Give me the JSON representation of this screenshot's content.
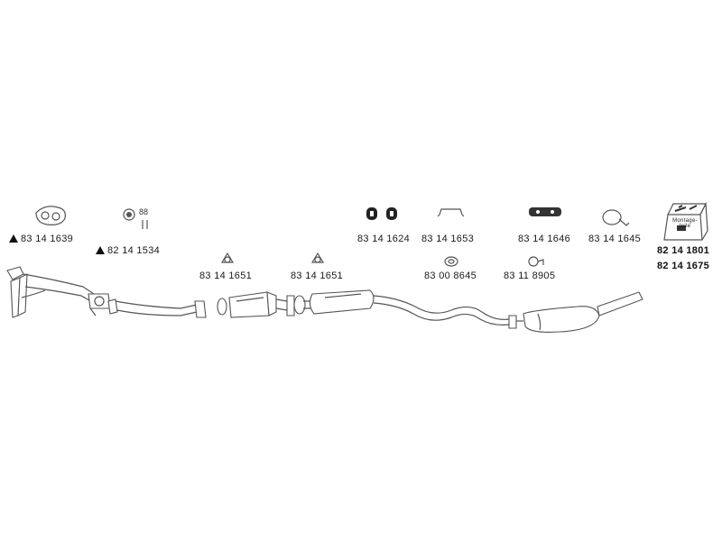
{
  "parts": [
    {
      "id": "gasket_flange",
      "number": "83 14 1639",
      "warning": true,
      "icon": "flange-gasket-icon"
    },
    {
      "id": "bolt_kit",
      "number": "82 14 1534",
      "warning": true,
      "icon": "bolt-kit-icon"
    },
    {
      "id": "gasket_a",
      "number": "83 14 1651",
      "warning": false,
      "icon": "triangle-gasket-icon"
    },
    {
      "id": "gasket_b",
      "number": "83 14 1651",
      "warning": false,
      "icon": "triangle-gasket-icon"
    },
    {
      "id": "rubber_mount",
      "number": "83 14 1624",
      "warning": false,
      "icon": "rubber-mount-icon"
    },
    {
      "id": "hanger_strap",
      "number": "83 14 1653",
      "warning": false,
      "icon": "hanger-strap-icon"
    },
    {
      "id": "ring_gasket",
      "number": "83 00 8645",
      "warning": false,
      "icon": "ring-gasket-icon"
    },
    {
      "id": "rubber_strip",
      "number": "83 14 1646",
      "warning": false,
      "icon": "rubber-strip-icon"
    },
    {
      "id": "clamp",
      "number": "83 11 8905",
      "warning": false,
      "icon": "clamp-icon"
    },
    {
      "id": "hose_clamp",
      "number": "83 14 1645",
      "warning": false,
      "icon": "hose-clamp-icon"
    }
  ],
  "kit": {
    "box_label_line1": "Montage-",
    "box_label_line2": "teile",
    "numbers": [
      "82 14 1801",
      "82 14 1675"
    ],
    "icon": "mounting-kit-box-icon"
  },
  "assembly": {
    "components": [
      "front-pipe",
      "intermediate-pipe",
      "catalytic-converter",
      "middle-silencer",
      "connecting-pipe",
      "rear-silencer",
      "tail-pipe"
    ]
  }
}
